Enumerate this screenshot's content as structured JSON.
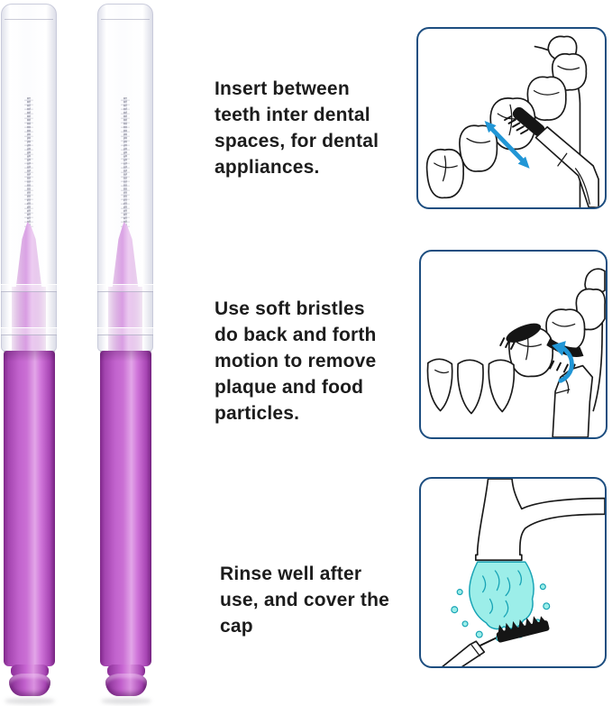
{
  "product": {
    "name": "Interdental brushes with clear protective caps",
    "count": 2,
    "color_name": "purple"
  },
  "instructions": [
    {
      "step": 1,
      "text": "Insert between\nteeth inter dental\nspaces, for dental\nappliances.",
      "illustration": "brush-inserted-between-molars-with-back-and-forth-arrow"
    },
    {
      "step": 2,
      "text": "Use soft bristles\ndo back and forth\nmotion to remove\nplaque and food\nparticles.",
      "illustration": "bristles-sweeping-tooth-with-curved-arrow"
    },
    {
      "step": 3,
      "text": "Rinse well after\nuse, and cover the\ncap",
      "illustration": "brush-rinsed-under-running-faucet"
    }
  ],
  "colors": {
    "purple-dark": "#8a2d96",
    "purple-mid": "#c263cd",
    "purple-highlight": "#e2a6e8",
    "cap-edge": "#c9cbdb",
    "wire-gray": "#9a9aa8",
    "box-border": "#1d4e80",
    "arrow-blue": "#2196d6",
    "water-fill": "#9ceee9",
    "water-stroke": "#17a3b5",
    "line-ink": "#1a1a1a",
    "text-ink": "#1c1c1c"
  }
}
